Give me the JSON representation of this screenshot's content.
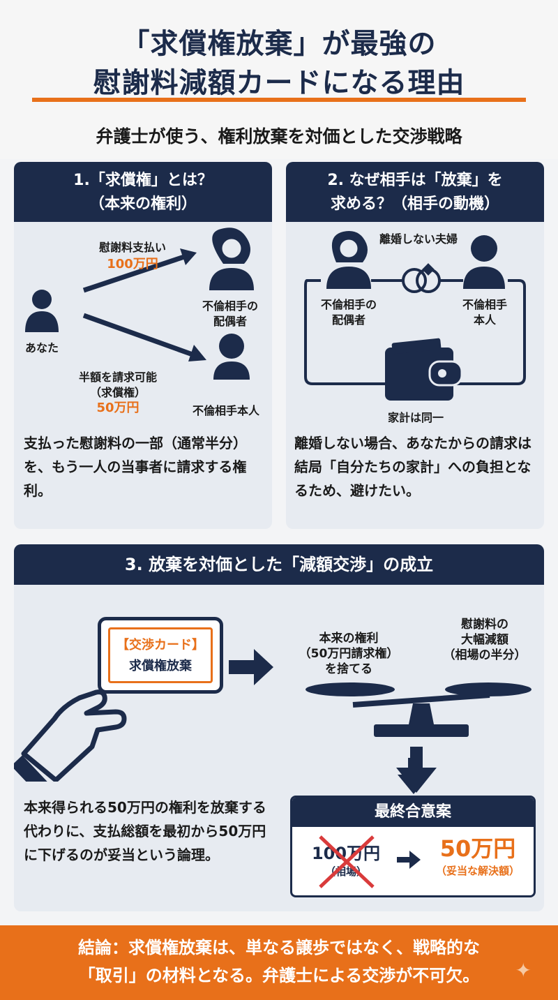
{
  "title": {
    "line1": "「求償権放棄」が最強の",
    "line2": "慰謝料減額カードになる理由",
    "subtitle": "弁護士が使う、権利放棄を対価とした交渉戦略"
  },
  "panel1": {
    "heading_line1": "1.「求償権」とは？",
    "heading_line2": "（本来の権利）",
    "payment_label": "慰謝料支払い",
    "payment_amount": "100万円",
    "you_label": "あなた",
    "spouse_label_line1": "不倫相手の",
    "spouse_label_line2": "配偶者",
    "claim_label_line1": "半額を請求可能",
    "claim_label_line2": "（求償権）",
    "claim_amount": "50万円",
    "partner_label": "不倫相手本人",
    "description": "支払った慰謝料の一部（通常半分）を、もう一人の当事者に請求する権利。"
  },
  "panel2": {
    "heading_line1": "2. なぜ相手は「放棄」を",
    "heading_line2": "求める？（相手の動機）",
    "couple_label": "離婚しない夫婦",
    "spouse_label_line1": "不倫相手の",
    "spouse_label_line2": "配偶者",
    "partner_label_line1": "不倫相手",
    "partner_label_line2": "本人",
    "wallet_label": "家計は同一",
    "description": "離婚しない場合、あなたからの請求は結局「自分たちの家計」への負担となるため、避けたい。"
  },
  "panel3": {
    "heading": "3. 放棄を対価とした「減額交渉」の成立",
    "card_line1": "【交渉カード】",
    "card_line2": "求償権放棄",
    "left_pan_line1": "本来の権利",
    "left_pan_line2": "（50万円請求権）",
    "left_pan_line3": "を捨てる",
    "right_pan_line1": "慰謝料の",
    "right_pan_line2": "大幅減額",
    "right_pan_line3": "（相場の半分）",
    "description": "本来得られる50万円の権利を放棄する代わりに、支払総額を最初から50万円に下げるのが妥当という論理。",
    "final_heading": "最終合意案",
    "old_amount": "100万円",
    "old_note": "（相場）",
    "new_amount": "50万円",
    "new_note": "（妥当な解決額）"
  },
  "conclusion": {
    "line1": "結論：求償権放棄は、単なる譲歩ではなく、戦略的な",
    "line2": "「取引」の材料となる。弁護士による交渉が不可欠。"
  },
  "colors": {
    "navy": "#1c2b4a",
    "orange": "#e8701a",
    "panel_bg": "#e7ebf1",
    "cross": "#d93b3b"
  },
  "icons": [
    "person-icon",
    "woman-icon",
    "arrow-icon",
    "rings-icon",
    "wallet-icon",
    "hand-icon",
    "scale-icon",
    "sparkle-icon"
  ]
}
